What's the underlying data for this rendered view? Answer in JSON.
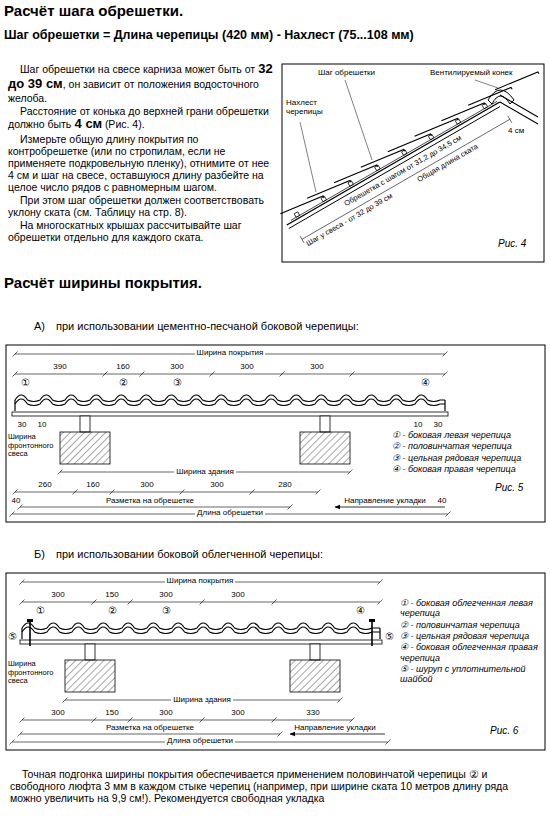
{
  "diagram": {
    "title": "Расчёт шага обрешетки.",
    "labels": [
      "Шаг обрешетки = Длина черепицы (420 мм) - Нахлест (75...108 мм)",
      "Шаг обрешетки на свесе карниза может быть от",
      "32 до 39 см",
      ", он зависит от положения водосточного желоба.",
      "Расстояние от конька до верхней грани обрешетки должно быть",
      "4 см",
      "(Рис. 4).",
      "Измерьте общую длину покрытия по контробрешетке (или по стропилам, если не применяете подкровельную пленку), отнимите от нее 4 см и шаг на свесе, оставшуюся длину разбейте на целое число рядов с равномерным шагом.",
      "При этом шаг обрешетки должен соответствовать уклону ската (см. Таблицу на стр. 8).",
      "На многоскатных крышах рассчитывайте шаг обрешетки отдельно для каждого ската.",
      "Шаг обрешетки",
      "Вентилируемый конек",
      "Нахлест черепицы",
      "Шаг у свеса - от 32 до 39 см",
      "Обрешетка с шагом от 31,2 до 34,5 см",
      "Общая длина ската",
      "4 см",
      "Рис. 4",
      "Расчёт ширины покрытия.",
      "А)",
      "при использовании цементно-песчаной боковой черепицы:",
      "Ширина покрытия",
      "390",
      "160",
      "300",
      "300",
      "300",
      "①",
      "②",
      "③",
      "④",
      "30",
      "10",
      "10",
      "30",
      "Ширина фронтонного свеса",
      "Ширина здания",
      "260",
      "160",
      "300",
      "300",
      "280",
      "40",
      "Разметка на обрешетке",
      "Направление укладки",
      "40",
      "Длина обрешетки",
      "Рис. 5",
      "Б)",
      "при использовании боковой облегченной черепицы:",
      "Ширина покрытия",
      "300",
      "150",
      "300",
      "300",
      "①",
      "②",
      "③",
      "④",
      "⑤",
      "⑤",
      "Ширина фронтонного свеса",
      "Ширина здания",
      "300",
      "150",
      "300",
      "300",
      "330",
      "Разметка на обрешетке",
      "Направление укладки",
      "Длина обрешетки",
      "Рис. 6",
      "Точная подгонка ширины покрытия обеспечивается применением половинчатой черепицы ② и свободного люфта 3 мм в каждом стыке черепиц (например, при ширине ската 10 метров длину ряда можно увеличить на 9,9 см!). Рекомендуется свободная укладка"
    ],
    "legend": [
      {
        "text": "① - боковая левая черепица"
      },
      {
        "text": "② - половинчатая черепица"
      },
      {
        "text": "③ - цельная рядовая черепица"
      },
      {
        "text": "④ - боковая правая черепица"
      },
      {
        "text": "① - боковая облегченная левая черепица"
      },
      {
        "text": "② - половинчатая черепица"
      },
      {
        "text": "③ - цельная рядовая черепица"
      },
      {
        "text": "④ - боковая облегченная правая черепица"
      },
      {
        "text": "⑤ - шуруп с уплотнительной шайбой"
      }
    ]
  }
}
